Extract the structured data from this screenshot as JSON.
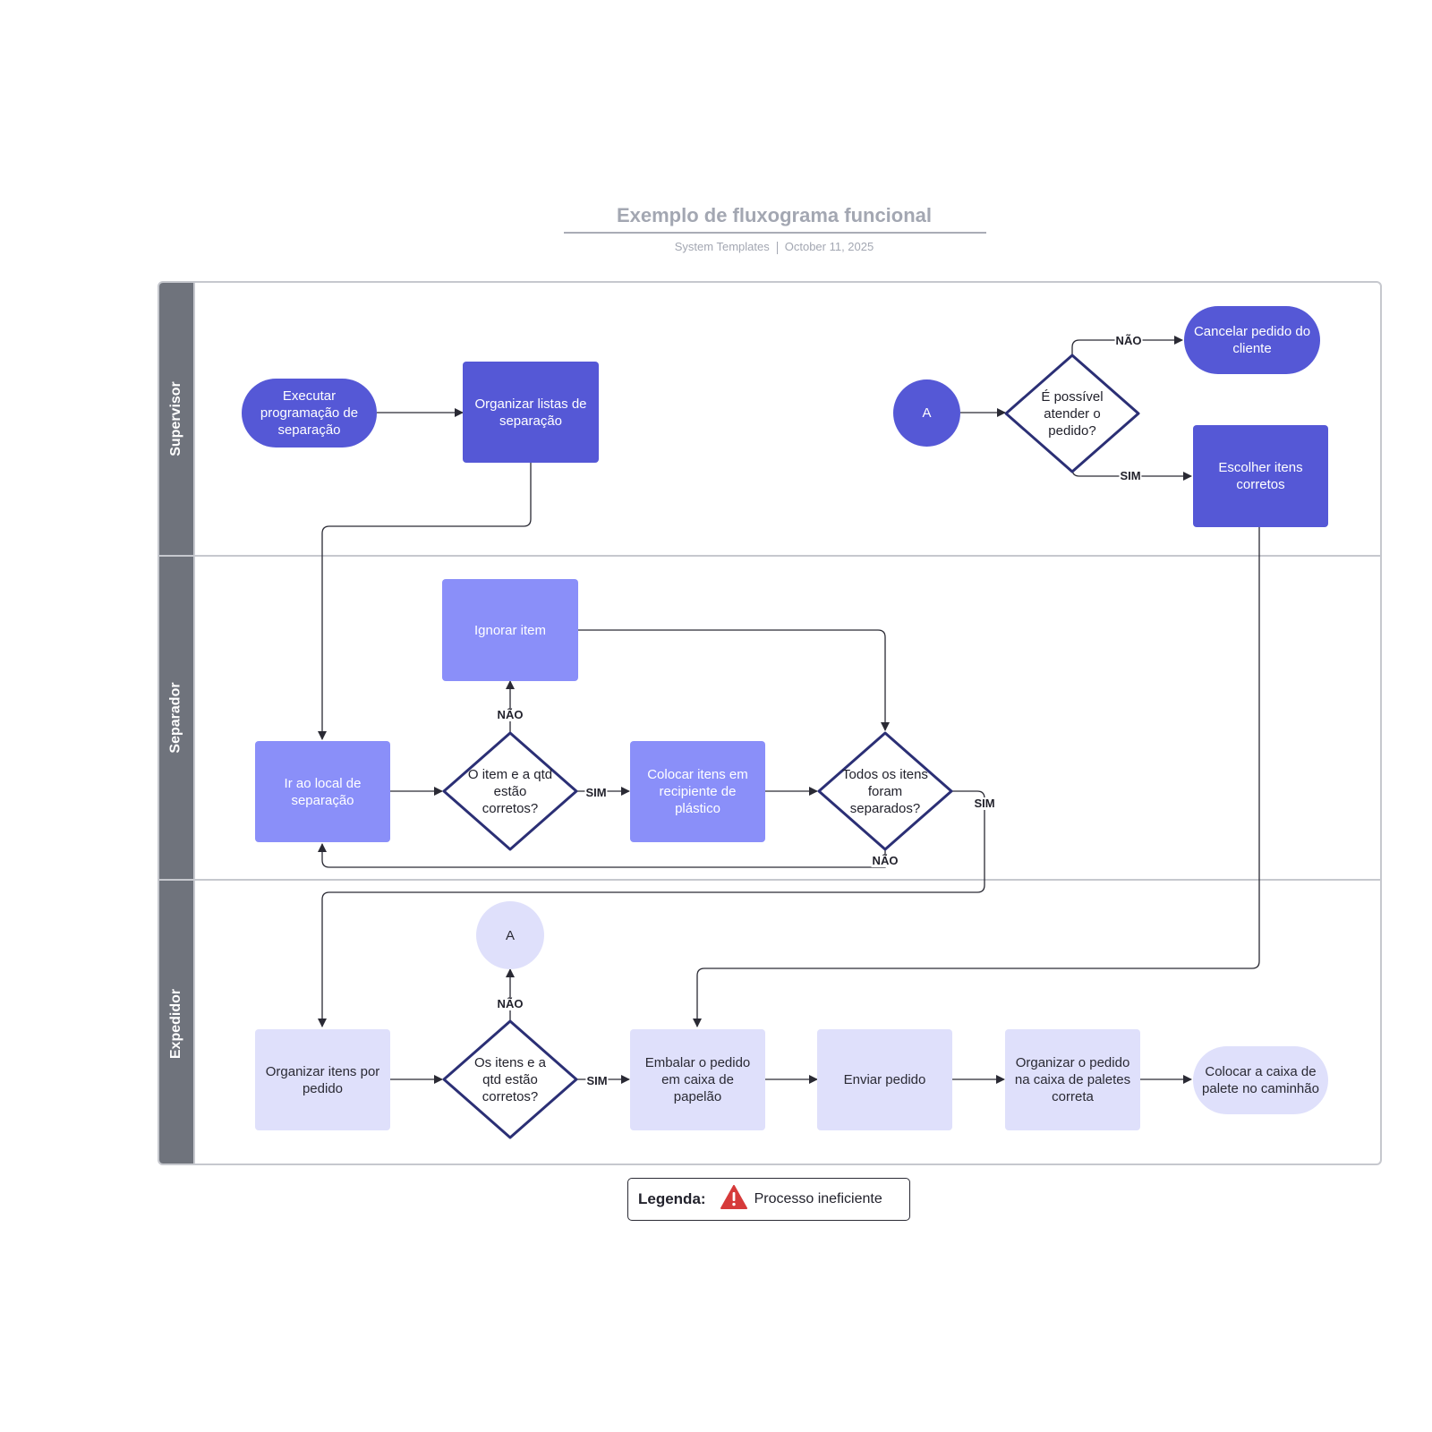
{
  "header": {
    "title": "Exemplo de fluxograma funcional",
    "source": "System Templates",
    "date": "October 11, 2025"
  },
  "lanes": {
    "supervisor": "Supervisor",
    "separador": "Separador",
    "expedidor": "Expedidor"
  },
  "nodes": {
    "executar": "Executar programação de separação",
    "organizar_listas": "Organizar listas de separação",
    "connector_a_top": "A",
    "decisao_atender": "É possível atender o pedido?",
    "cancelar": "Cancelar pedido do cliente",
    "escolher": "Escolher itens corretos",
    "ignorar": "Ignorar item",
    "ir_local": "Ir ao local de separação",
    "decisao_item": "O item e a qtd estão corretos?",
    "colocar_itens": "Colocar itens em recipiente de plástico",
    "decisao_todos": "Todos os itens foram separados?",
    "connector_a_bottom": "A",
    "organizar_itens": "Organizar itens por pedido",
    "decisao_itens": "Os itens e a qtd estão corretos?",
    "embalar": "Embalar o pedido em caixa de papelão",
    "enviar": "Enviar pedido",
    "organizar_pedido": "Organizar o pedido na caixa de paletes correta",
    "colocar_caixa": "Colocar a caixa de palete no caminhão"
  },
  "edge_labels": {
    "nao_cancelar": "NÃO",
    "sim_escolher": "SIM",
    "nao_ignorar": "NÃO",
    "sim_colocar": "SIM",
    "sim_todos": "SIM",
    "nao_todos": "NÃO",
    "nao_a": "NÃO",
    "sim_embalar": "SIM"
  },
  "legend": {
    "title": "Legenda:",
    "item": "Processo ineficiente",
    "icon": "warning-icon"
  },
  "colors": {
    "dark": "#5558d6",
    "mid": "#8a8ff9",
    "light": "#dfe0fb",
    "decision_stroke": "#2b2f75",
    "lane_header": "#6f737c"
  }
}
